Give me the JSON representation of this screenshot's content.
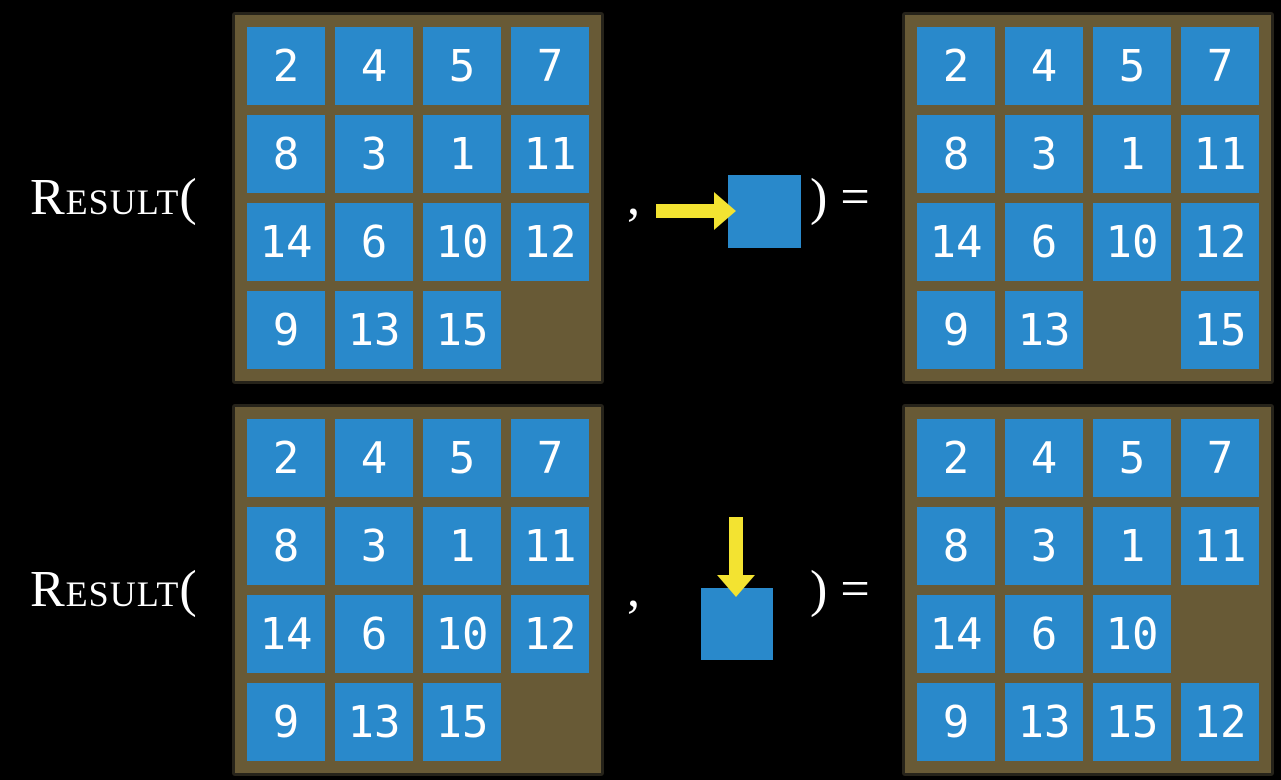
{
  "rows": [
    {
      "label": "Result(",
      "comma": ",",
      "close": ") =",
      "action": {
        "icon": "arrow-right-icon",
        "direction": "right",
        "glyph": "→"
      },
      "before_board": {
        "tiles": [
          [
            2,
            4,
            5,
            7
          ],
          [
            8,
            3,
            1,
            11
          ],
          [
            14,
            6,
            10,
            12
          ],
          [
            9,
            13,
            15,
            null
          ]
        ]
      },
      "after_board": {
        "tiles": [
          [
            2,
            4,
            5,
            7
          ],
          [
            8,
            3,
            1,
            11
          ],
          [
            14,
            6,
            10,
            12
          ],
          [
            9,
            13,
            null,
            15
          ]
        ]
      }
    },
    {
      "label": "Result(",
      "comma": ",",
      "close": ") =",
      "action": {
        "icon": "arrow-down-icon",
        "direction": "down",
        "glyph": "↓"
      },
      "before_board": {
        "tiles": [
          [
            2,
            4,
            5,
            7
          ],
          [
            8,
            3,
            1,
            11
          ],
          [
            14,
            6,
            10,
            12
          ],
          [
            9,
            13,
            15,
            null
          ]
        ]
      },
      "after_board": {
        "tiles": [
          [
            2,
            4,
            5,
            7
          ],
          [
            8,
            3,
            1,
            11
          ],
          [
            14,
            6,
            10,
            null
          ],
          [
            9,
            13,
            15,
            12
          ]
        ]
      }
    }
  ],
  "colors": {
    "background": "#000000",
    "tile_blue": "#2989CB",
    "board_brown": "#685A36",
    "board_border": "#26231A",
    "arrow_yellow": "#F3E331",
    "text_white": "#FFFFFF"
  }
}
